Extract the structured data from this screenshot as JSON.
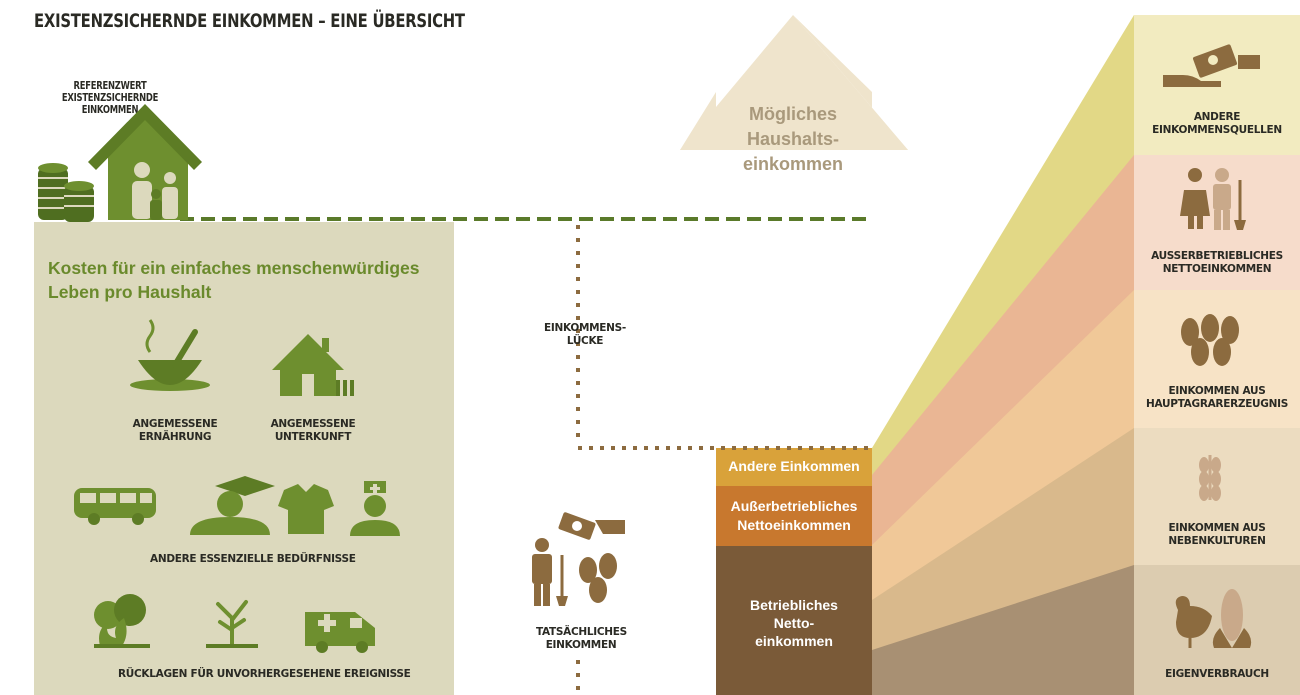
{
  "title": "EXISTENZSICHERNDE EINKOMMEN – EINE ÜBERSICHT",
  "reference": {
    "line1": "REFERENZWERT",
    "line2": "EXISTENZSICHERNDE EINKOMMEN"
  },
  "costs_panel": {
    "heading_line1": "Kosten für ein einfaches menschenwürdiges",
    "heading_line2": "Leben pro Haushalt",
    "food": {
      "line1": "ANGEMESSENE",
      "line2": "ERNÄHRUNG"
    },
    "housing": {
      "line1": "ANGEMESSENE",
      "line2": "UNTERKUNFT"
    },
    "other_needs": "ANDERE ESSENZIELLE BEDÜRFNISSE",
    "reserves": "RÜCKLAGEN FÜR UNVORHERGESEHENE EREIGNISSE"
  },
  "gap": {
    "line1": "EINKOMMENS-",
    "line2": "LÜCKE"
  },
  "actual_income": {
    "line1": "TATSÄCHLICHES",
    "line2": "EINKOMMEN"
  },
  "potential": {
    "line1": "Mögliches",
    "line2": "Haushalts-",
    "line3": "einkommen"
  },
  "bands": {
    "other": "Andere Einkommen",
    "offfarm": {
      "line1": "Außerbetriebliches",
      "line2": "Nettoeinkommen"
    },
    "farm": {
      "line1": "Betriebliches",
      "line2": "Netto-",
      "line3": "einkommen"
    }
  },
  "sources": {
    "other": {
      "line1": "ANDERE",
      "line2": "EINKOMMENSQUELLEN"
    },
    "offfarm": {
      "line1": "AUSSERBETRIEBLICHES",
      "line2": "NETTOEINKOMMEN"
    },
    "main_crop": {
      "line1": "EINKOMMEN AUS",
      "line2": "HAUPTAGRARERZEUGNIS"
    },
    "side_crops": {
      "line1": "EINKOMMEN AUS",
      "line2": "NEBENKULTUREN"
    },
    "own_use": "EIGENVERBRAUCH"
  },
  "colors": {
    "panel": "#dcd9bd",
    "green": "#6a8a2c",
    "brown": "#8c6b3f",
    "arrow": "#efe4cc",
    "band_other": "#d9a23a",
    "band_offfarm": "#c8782e",
    "band_farm": "#7a5a38"
  }
}
